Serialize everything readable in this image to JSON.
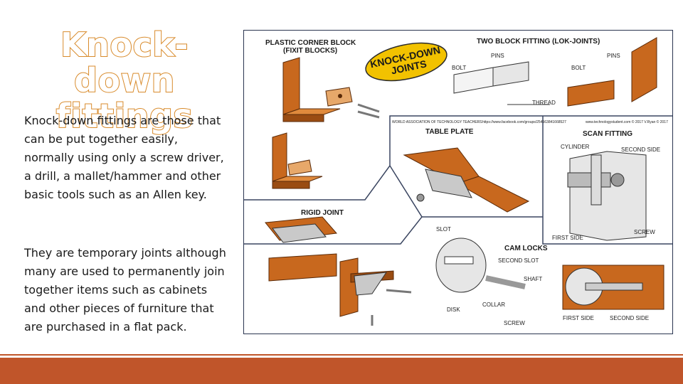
{
  "title": "Knock-down fittings",
  "paragraphs": [
    "Knock-down fittings are those that can be put together easily, normally using only a screw driver, a drill, a mallet/hammer and other basic tools such as an Allen key.",
    "They are temporary joints although many are used to permanently join together items such as cabinets and other pieces of furniture that are purchased in a flat pack."
  ],
  "figure": {
    "banner": "KNOCK-DOWN JOINTS",
    "banner_line1": "KNOCK-DOWN",
    "banner_line2": "JOINTS",
    "plastic_corner_block_1": "PLASTIC CORNER BLOCK",
    "plastic_corner_block_2": "(FIXIT BLOCKS)",
    "two_block_fitting": "TWO BLOCK FITTING (LOK-JOINTS)",
    "pins_1": "PINS",
    "pins_2": "PINS",
    "bolt_1": "BOLT",
    "bolt_2": "BOLT",
    "thread": "THREAD",
    "credit_left": "WORLD ASSOCIATION OF TECHNOLOGY TEACHERS",
    "credit_mid": "https://www.facebook.com/groups/254563841668527",
    "credit_right": "www.technologystudent.com © 2017  V.Ryan © 2017",
    "table_plate": "TABLE PLATE",
    "scan_fitting": "SCAN FITTING",
    "cylinder": "CYLINDER",
    "second_side_1": "SECOND SIDE",
    "first_side_1": "FIRST SIDE",
    "screw_1": "SCREW",
    "rigid_joint": "RIGID JOINT",
    "slot": "SLOT",
    "cam_locks": "CAM LOCKS",
    "second_slot": "SECOND SLOT",
    "shaft": "SHAFT",
    "disk": "DISK",
    "collar": "COLLAR",
    "screw_2": "SCREW",
    "first_side_2": "FIRST SIDE",
    "second_side_2": "SECOND SIDE"
  },
  "colors": {
    "title_outline": "#d88a2a",
    "bottom_band": "#c0552a",
    "wood": "#c8681e",
    "wood_dark": "#9a4c12",
    "metal": "#c9c9c9"
  }
}
